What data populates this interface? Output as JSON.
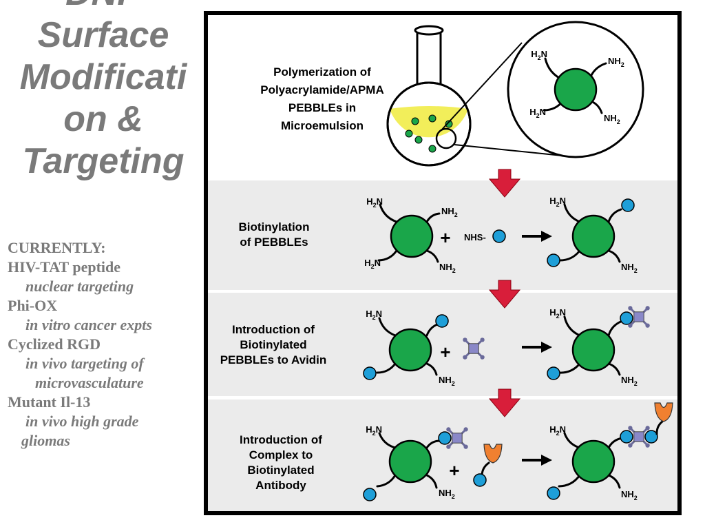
{
  "title_lines": [
    "DNP",
    "Surface",
    "Modificati",
    "on &",
    "Targeting"
  ],
  "list": {
    "header": "CURRENTLY:",
    "items": [
      {
        "name": "HIV-TAT peptide",
        "desc": [
          "nuclear targeting"
        ]
      },
      {
        "name": "Phi-OX",
        "desc": [
          "in vitro cancer expts"
        ]
      },
      {
        "name": "Cyclized RGD",
        "desc": [
          "in vivo targeting of",
          "microvasculature"
        ]
      },
      {
        "name": "Mutant Il-13",
        "desc": [
          "in vivo high grade",
          "gliomas"
        ]
      }
    ]
  },
  "diagram": {
    "steps": [
      {
        "label": [
          "Polymerization of",
          "Polyacrylamide/APMA",
          "PEBBLEs in",
          "Microemulsion"
        ]
      },
      {
        "label": [
          "Biotinylation",
          "of PEBBLEs"
        ]
      },
      {
        "label": [
          "Introduction of",
          "Biotinylated",
          "PEBBLEs to Avidin"
        ]
      },
      {
        "label": [
          "Introduction of",
          "Complex to",
          "Biotinylated",
          "Antibody"
        ]
      }
    ],
    "amine_label": "NH2",
    "nhs_label": "NHS-",
    "plus_symbol": "+",
    "colors": {
      "particle": "#1aa64a",
      "biotin": "#1e9fd8",
      "avidin": "#8a88c8",
      "antibody": "#f08030",
      "arrow": "#d81e3a",
      "flask_liquid": "#f2ee5a",
      "band": "#ebebeb",
      "frame": "#000000"
    }
  }
}
